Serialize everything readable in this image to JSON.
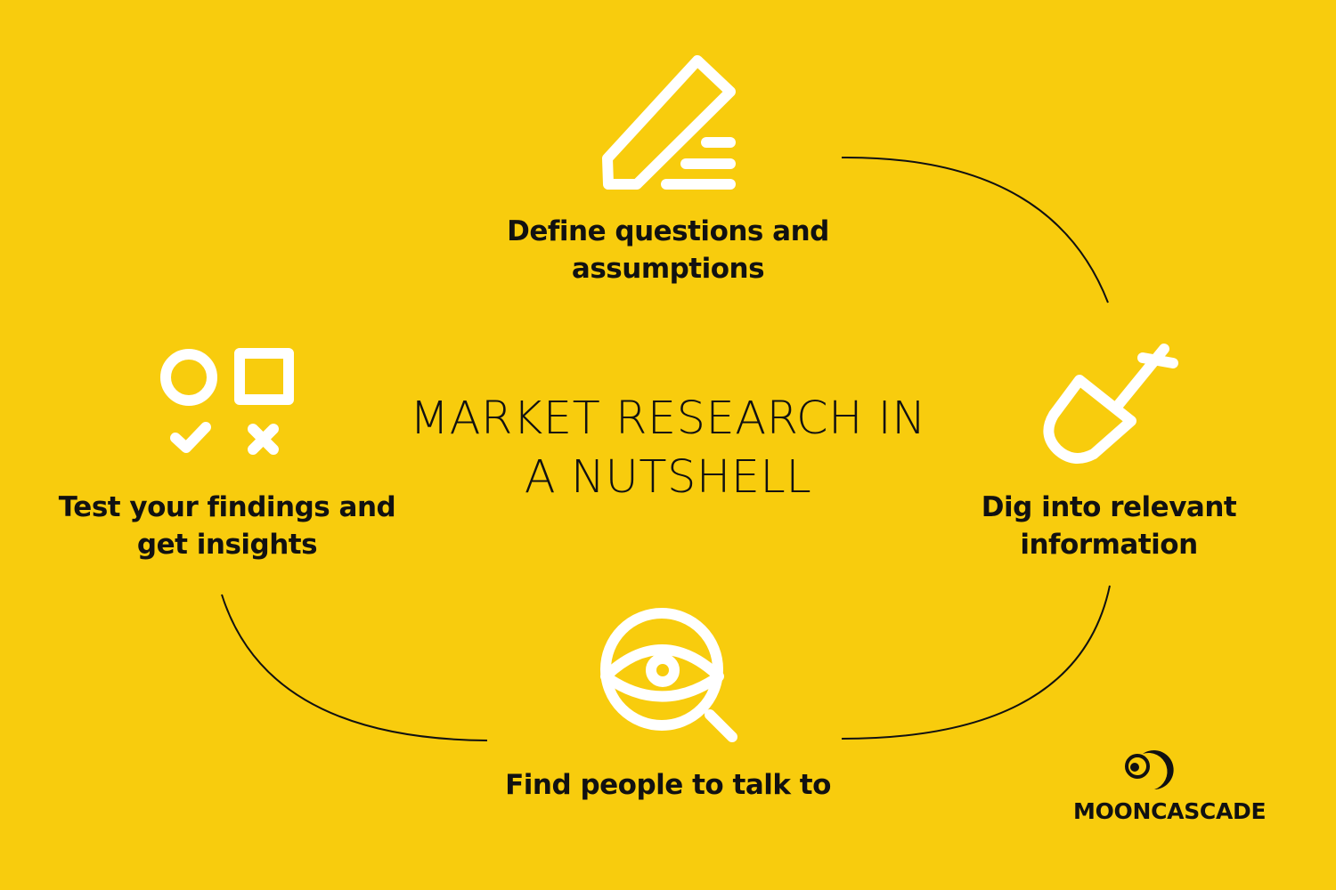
{
  "title": {
    "line1": "MARKET RESEARCH IN",
    "line2": "A NUTSHELL"
  },
  "steps": [
    {
      "id": "define",
      "line1": "Define questions and",
      "line2": "assumptions",
      "icon": "pencil-icon"
    },
    {
      "id": "dig",
      "line1": "Dig into relevant",
      "line2": "information",
      "icon": "shovel-icon"
    },
    {
      "id": "find",
      "line1": "Find people to talk to",
      "icon": "eye-magnifier-icon"
    },
    {
      "id": "test",
      "line1": "Test your findings and",
      "line2": "get insights",
      "icon": "shapes-check-cross-icon"
    }
  ],
  "brand": {
    "name": "MOONCASCADE",
    "logo": "moon-logo-icon"
  },
  "colors": {
    "background": "#F8CC0D",
    "icon": "#FFFFFF",
    "text": "#111111",
    "connector": "#111111"
  }
}
